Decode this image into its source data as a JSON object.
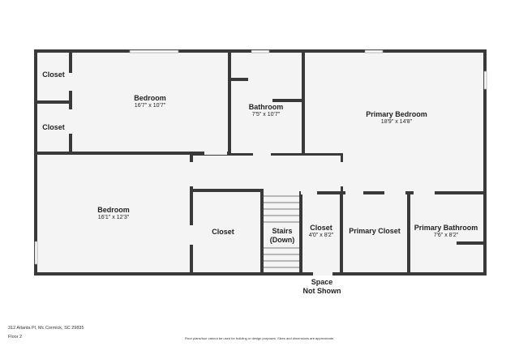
{
  "rooms": {
    "closet_top_left": {
      "name": "Closet"
    },
    "closet_mid_left": {
      "name": "Closet"
    },
    "bedroom_top": {
      "name": "Bedroom",
      "dims": "16'7\" x 10'7\""
    },
    "bathroom": {
      "name": "Bathroom",
      "dims": "7'5\" x 10'7\""
    },
    "primary_bedroom": {
      "name": "Primary Bedroom",
      "dims": "18'9\" x 14'8\""
    },
    "bedroom_bottom": {
      "name": "Bedroom",
      "dims": "16'1\" x 12'3\""
    },
    "closet_center": {
      "name": "Closet"
    },
    "stairs": {
      "name": "Stairs",
      "sub": "(Down)"
    },
    "closet_small": {
      "name": "Closet",
      "dims": "4'0\" x 8'2\""
    },
    "primary_closet": {
      "name": "Primary Closet"
    },
    "primary_bathroom": {
      "name": "Primary Bathroom",
      "dims": "7'6\" x 8'2\""
    }
  },
  "space_note": {
    "line1": "Space",
    "line2": "Not Shown"
  },
  "footer": {
    "address": "312 Atlanta Pl, Mc Cormick, SC 29835",
    "floor": "Floor 2",
    "disclaimer": "Floor plans/tour cannot be used for building or design purposes. Sizes and dimensions are approximate."
  },
  "colors": {
    "wall": "#3a3a3a",
    "floor": "#f4f4f4",
    "background": "#ffffff"
  }
}
